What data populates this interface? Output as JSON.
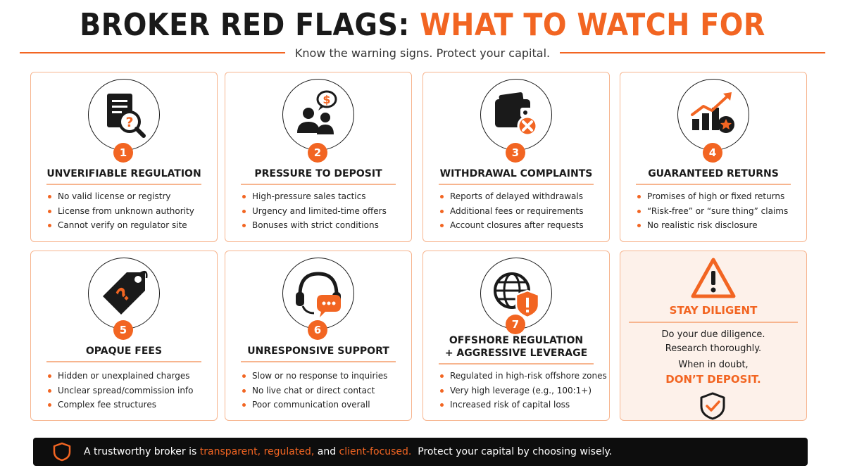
{
  "header": {
    "title_main": "BROKER RED FLAGS:",
    "title_accent": "WHAT TO WATCH FOR",
    "subtitle": "Know the warning signs. Protect your capital."
  },
  "colors": {
    "accent": "#f26522",
    "dark": "#1a1a1a",
    "card_border": "#f7b58f",
    "highlight_bg": "#fdf1ea"
  },
  "cards": [
    {
      "number": "1",
      "icon": "document-magnifier-icon",
      "title": "UNVERIFIABLE REGULATION",
      "bullets": [
        "No valid license or registry",
        "License from unknown authority",
        "Cannot verify on regulator site"
      ]
    },
    {
      "number": "2",
      "icon": "salespeople-dollar-icon",
      "title": "PRESSURE TO DEPOSIT",
      "bullets": [
        "High-pressure sales tactics",
        "Urgency and limited-time offers",
        "Bonuses with strict conditions"
      ]
    },
    {
      "number": "3",
      "icon": "wallet-blocked-icon",
      "title": "WITHDRAWAL COMPLAINTS",
      "bullets": [
        "Reports of delayed withdrawals",
        "Additional fees or requirements",
        "Account closures after requests"
      ]
    },
    {
      "number": "4",
      "icon": "rising-chart-star-icon",
      "title": "GUARANTEED RETURNS",
      "bullets": [
        "Promises of high or fixed returns",
        "“Risk-free” or “sure thing” claims",
        "No realistic risk disclosure"
      ]
    },
    {
      "number": "5",
      "icon": "price-tag-question-icon",
      "title": "OPAQUE FEES",
      "bullets": [
        "Hidden or unexplained charges",
        "Unclear spread/commission info",
        "Complex fee structures"
      ]
    },
    {
      "number": "6",
      "icon": "headset-chat-icon",
      "title": "UNRESPONSIVE SUPPORT",
      "bullets": [
        "Slow or no response to inquiries",
        "No live chat or direct contact",
        "Poor communication overall"
      ]
    },
    {
      "number": "7",
      "icon": "globe-shield-icon",
      "title_line1": "OFFSHORE REGULATION",
      "title_line2": "+ AGGRESSIVE LEVERAGE",
      "bullets": [
        "Regulated in high-risk offshore zones",
        "Very high leverage (e.g., 100:1+)",
        "Increased risk of capital loss"
      ]
    }
  ],
  "diligent": {
    "icon": "warning-triangle-icon",
    "title": "STAY DILIGENT",
    "line1": "Do your due diligence.",
    "line2": "Research thoroughly.",
    "line3": "When in doubt,",
    "emphasis": "DON’T DEPOSIT.",
    "badge_icon": "shield-check-icon"
  },
  "footer": {
    "icon": "shield-outline-icon",
    "part1": "A trustworthy broker is",
    "hl1": "transparent,",
    "hl2": "regulated,",
    "part2": "and",
    "hl3": "client-focused.",
    "part3": "Protect your capital by choosing wisely."
  }
}
